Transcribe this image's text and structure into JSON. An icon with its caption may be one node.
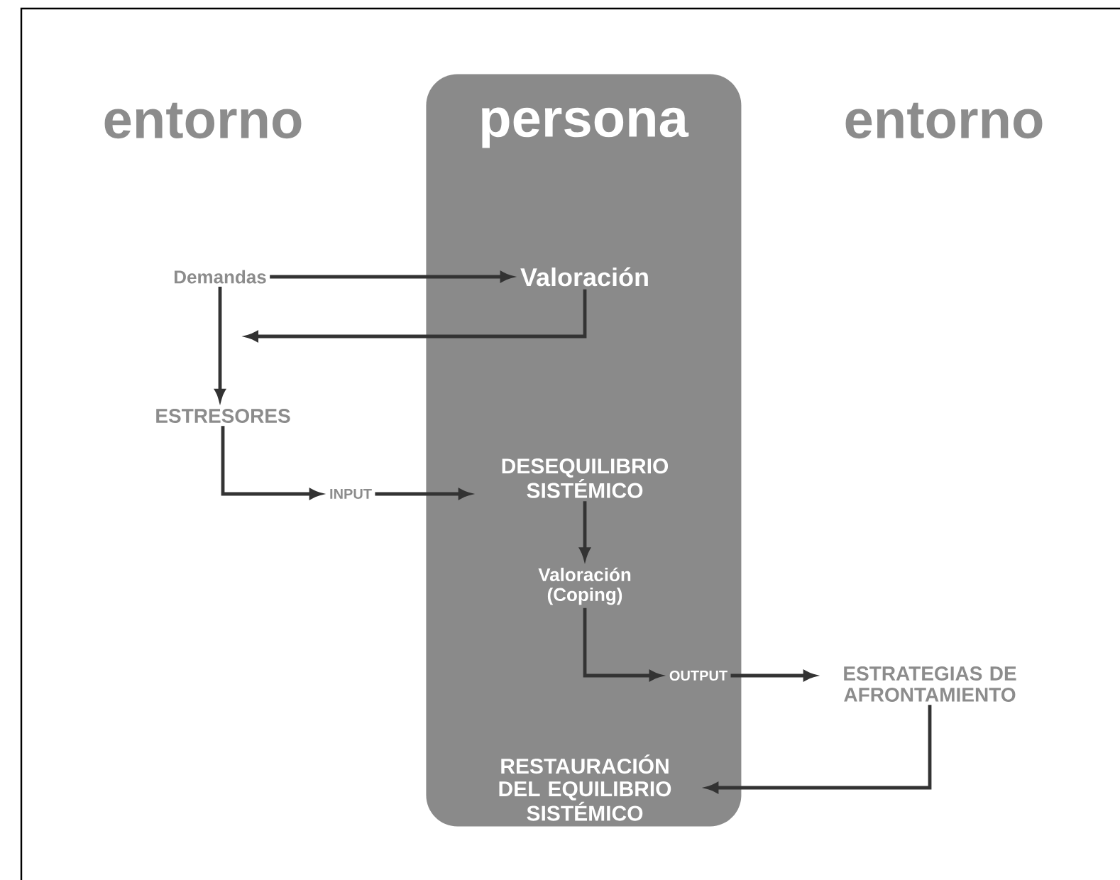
{
  "diagram": {
    "nodes": [
      {
        "text": [
          "persona"
        ]
      },
      {
        "text": [
          "Demandas"
        ]
      },
      {
        "text": [
          "Valoración"
        ],
        "in": 0
      },
      {
        "text": [
          "ESTRESORES"
        ]
      },
      {
        "text": [
          "INPUT"
        ]
      },
      {
        "text": [
          "DESEQUILIBRIO SISTÉMICO"
        ],
        "in": 0
      },
      {
        "text": [
          "Valoración (Coping)"
        ],
        "in": 0
      },
      {
        "text": [
          "OUTPUT"
        ],
        "in": 0
      },
      {
        "text": [
          "ESTRATEGIAS DE AFRONTAMIENTO"
        ]
      },
      {
        "text": [
          "RESTAURACIÓN DEL EQUILIBRIO SISTÉMICO"
        ],
        "in": 0
      }
    ],
    "edges": [
      {
        "from": 1,
        "to": 2,
        "arrow": "to"
      },
      {
        "from": 2,
        "to": null,
        "arrow": "to"
      },
      {
        "from": 1,
        "to": 3,
        "arrow": "to"
      },
      {
        "from": 3,
        "to": 4,
        "arrow": "to"
      },
      {
        "from": 4,
        "to": 5,
        "arrow": "to"
      },
      {
        "from": 5,
        "to": 6,
        "arrow": "to"
      },
      {
        "from": 6,
        "to": 7,
        "arrow": "to"
      },
      {
        "from": 7,
        "to": 8,
        "arrow": "to"
      },
      {
        "from": 8,
        "to": 9,
        "arrow": "to"
      }
    ],
    "labels": [
      "entorno",
      "entorno"
    ]
  }
}
